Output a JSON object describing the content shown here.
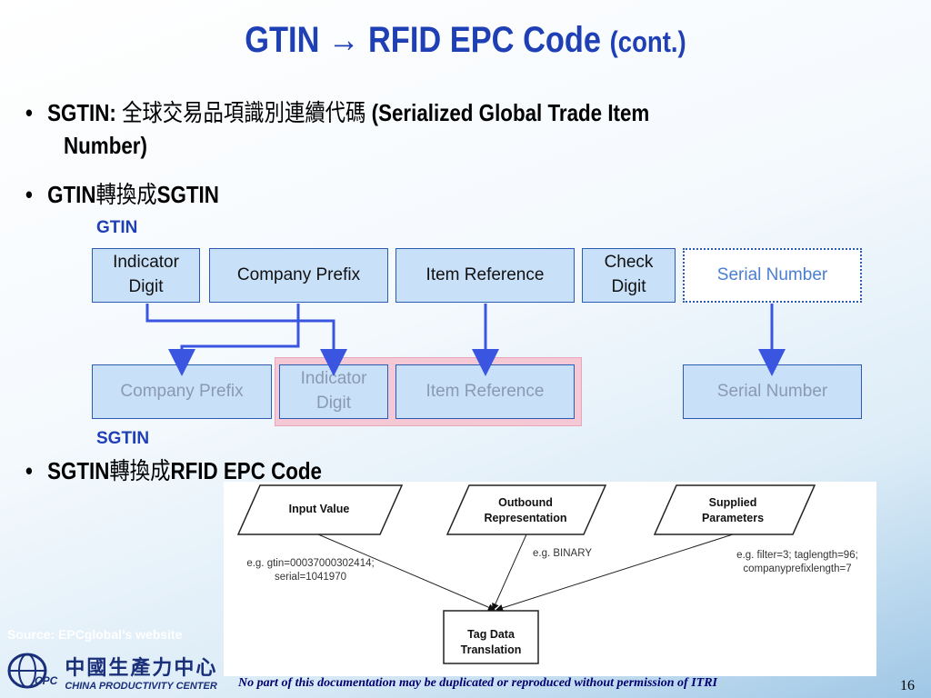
{
  "title": {
    "main": "GTIN → RFID EPC Code",
    "suffix": "(cont.)"
  },
  "bullets": [
    {
      "head": "SGTIN: ",
      "cjk": "全球交易品項識別連續代碼",
      "tail": " (Serialized Global Trade Item",
      "line2": "Number)"
    },
    {
      "head": "GTIN",
      "cjk": "轉換成",
      "tail": "SGTIN"
    },
    {
      "head": "SGTIN",
      "cjk": "轉換成",
      "tail": "RFID EPC Code"
    }
  ],
  "diagram": {
    "gtin_label": "GTIN",
    "sgtin_label": "SGTIN",
    "gtin_boxes": {
      "indicator_digit": "Indicator\nDigit",
      "company_prefix": "Company Prefix",
      "item_reference": "Item Reference",
      "check_digit": "Check\nDigit",
      "serial_number": "Serial Number"
    },
    "sgtin_boxes": {
      "company_prefix": "Company Prefix",
      "indicator_digit": "Indicator\nDigit",
      "item_reference": "Item Reference",
      "serial_number": "Serial Number"
    },
    "colors": {
      "box_fill": "#c9e0f9",
      "box_border": "#2c5bb3",
      "arrow": "#3a56e0",
      "highlight": "#f5c8d6"
    }
  },
  "flow": {
    "input_value": "Input Value",
    "outbound": "Outbound\nRepresentation",
    "supplied": "Supplied\nParameters",
    "note_input": "e.g. gtin=00037000302414;\nserial=1041970",
    "note_outbound": "e.g. BINARY",
    "note_supplied": "e.g. filter=3; taglength=96;\ncompanyprefixlength=7",
    "translation": "Tag Data\nTranslation"
  },
  "source": "Source: EPCglobal’s website",
  "logo": {
    "cn": "中國生產力中心",
    "en": "CHINA PRODUCTIVITY CENTER",
    "mark": "CPC"
  },
  "footer": "No part of this documentation may be duplicated or reproduced without permission of ITRI",
  "page_number": "16"
}
